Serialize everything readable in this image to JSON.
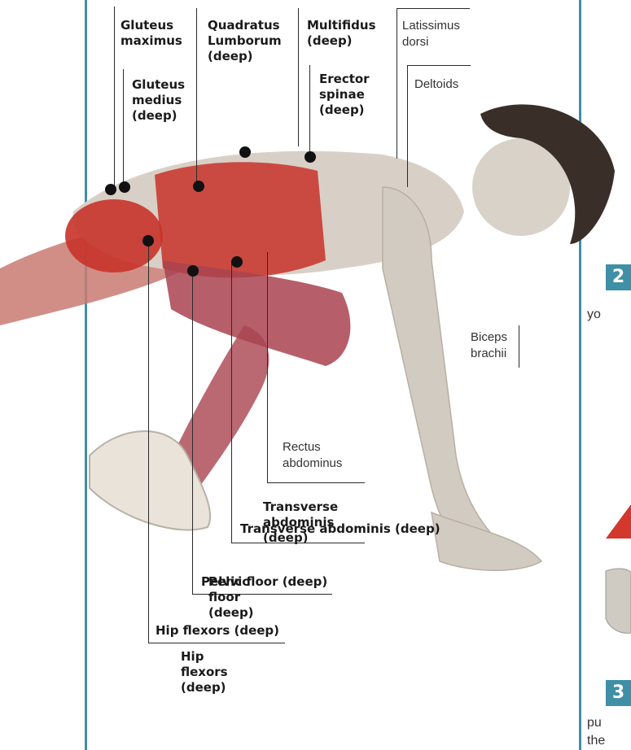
{
  "labels": {
    "gluteus_maximus": "Gluteus\nmaximus",
    "gluteus_medius": "Gluteus\nmedius\n(deep)",
    "quadratus_lumborum": "Quadratus\nLumborum\n(deep)",
    "multifidus": "Multifidus\n(deep)",
    "erector_spinae": "Erector\nspinae\n(deep)",
    "latissimus_dorsi": "Latissimus\ndorsi",
    "deltoids": "Deltoids",
    "biceps_brachii": "Biceps\nbrachii",
    "rectus_abdominus": "Rectus\nabdominus",
    "transverse_a": "Transverse\nabdominis\n(deep)",
    "transverse_b": "Transverse abdominis (deep)",
    "pelvic_a": "Pelvic\nfloor\n(deep)",
    "pelvic_b": "Pelvic floor (deep)",
    "hip_a": "Hip flexors (deep)",
    "hip_b": "Hip\nflexors\n(deep)"
  },
  "side": {
    "step2_number": "2",
    "step2_text": "yo",
    "step3_number": "3",
    "step3_text_1": "pu",
    "step3_text_2": "the"
  },
  "colors": {
    "frame": "#3f8fa6",
    "muscle_red": "#c8332a",
    "skin": "#d9d2c8"
  }
}
